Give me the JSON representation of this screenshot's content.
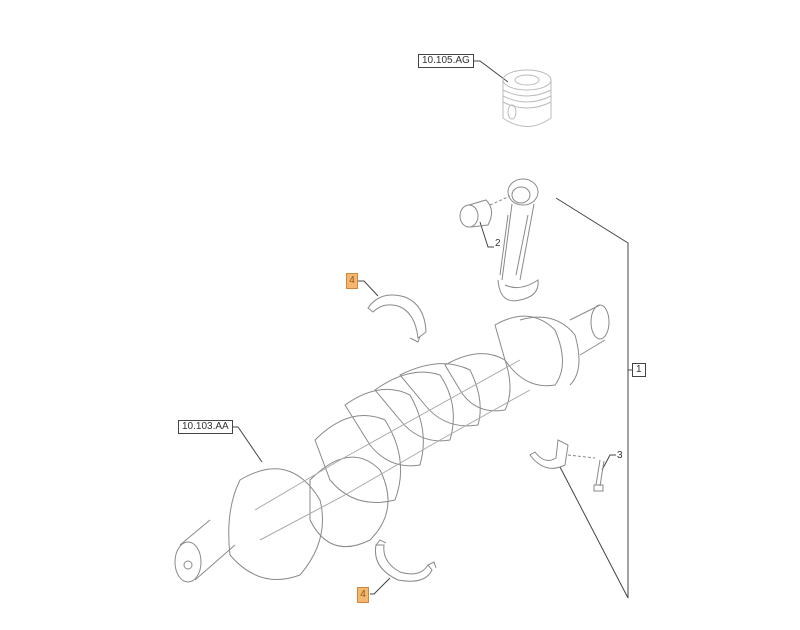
{
  "diagram": {
    "callouts": {
      "piston_ref": "10.105.AG",
      "crankshaft_ref": "10.103.AA",
      "item_1": "1",
      "item_2": "2",
      "item_3": "3",
      "item_4_upper": "4",
      "item_4_lower": "4"
    },
    "colors": {
      "highlight": "#f5b66e",
      "line": "#555555",
      "part_stroke": "#8a8a8a"
    }
  }
}
